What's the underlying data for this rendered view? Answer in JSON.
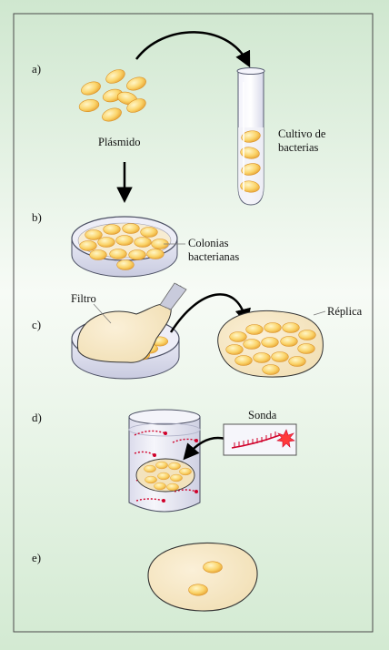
{
  "steps": [
    {
      "id": "a",
      "marker": "a)",
      "labels": [
        "Plásmido",
        "Cultivo de",
        "bacterias"
      ]
    },
    {
      "id": "b",
      "marker": "b)",
      "labels": [
        "Colonias",
        "bacterianas"
      ]
    },
    {
      "id": "c",
      "marker": "c)",
      "labels": [
        "Filtro",
        "Réplica"
      ]
    },
    {
      "id": "d",
      "marker": "d)",
      "labels": [
        "Sonda"
      ]
    },
    {
      "id": "e",
      "marker": "e)",
      "labels": []
    }
  ],
  "colors": {
    "panel_top": "#cfe7cf",
    "panel_mid": "#f7fbf6",
    "panel_bottom": "#d3ead2",
    "frame": "#4a4a4a",
    "bacteria_light": "#fff1b0",
    "bacteria_dark": "#e6a02c",
    "dish_edge": "#4b4f63",
    "glass": "#e6e7f3",
    "filter": "#f7e6c1",
    "probe": "#d0002a",
    "arrow": "#000000"
  },
  "icons": [
    "curved-arrow-icon",
    "down-arrow-icon",
    "test-tube-icon",
    "petri-dish-icon",
    "beaker-icon",
    "probe-icon"
  ]
}
